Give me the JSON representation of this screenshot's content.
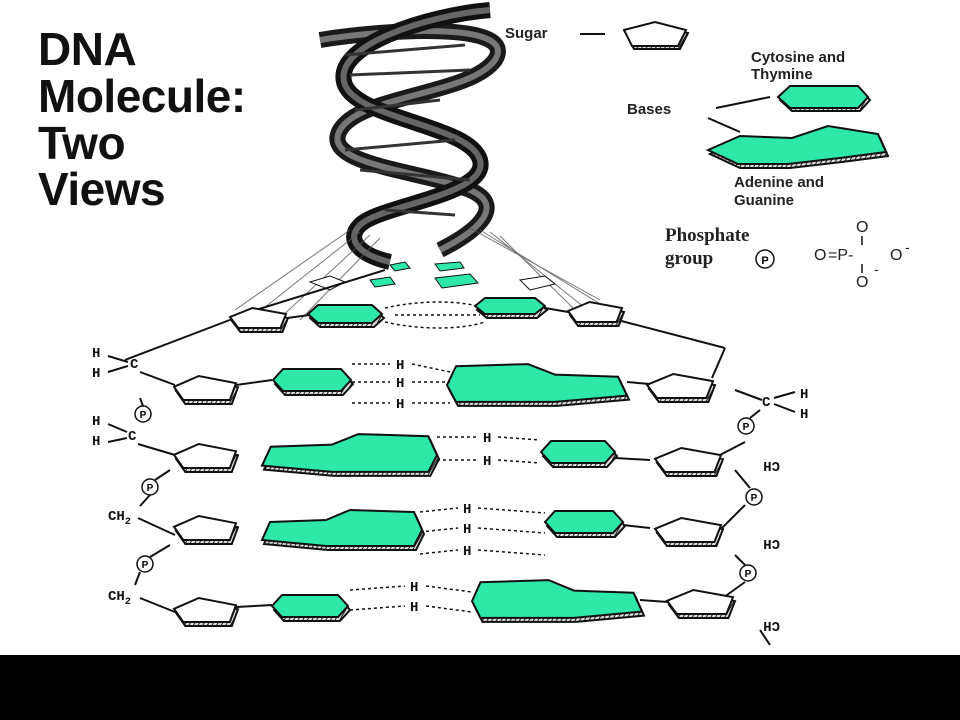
{
  "title": {
    "line1": "DNA",
    "line2": "Molecule:",
    "line3": "Two",
    "line4": "Views"
  },
  "legend": {
    "sugar": "Sugar",
    "bases": "Bases",
    "cytosine_thymine_1": "Cytosine and",
    "cytosine_thymine_2": "Thymine",
    "adenine_guanine_1": "Adenine and",
    "adenine_guanine_2": "Guanine",
    "phosphate_1": "Phosphate",
    "phosphate_2": "group",
    "phosphate_symbol": "P",
    "phosphate_formula": {
      "top_o": "O",
      "left": "O",
      "center": "=P-",
      "right": "O",
      "neg1": "-",
      "bottom_o": "O",
      "neg2": "-"
    }
  },
  "atoms": {
    "h": "H",
    "c": "C",
    "ch2": "CH",
    "sub2": "2",
    "p": "P"
  },
  "colors": {
    "base_fill": "#2ee8a8",
    "outline": "#111111",
    "background": "#ffffff",
    "frame": "#000000"
  },
  "icons": [
    "pentagon-sugar-icon",
    "hexagon-base-icon",
    "double-ring-base-icon",
    "phosphate-circle-icon",
    "double-helix-icon"
  ]
}
